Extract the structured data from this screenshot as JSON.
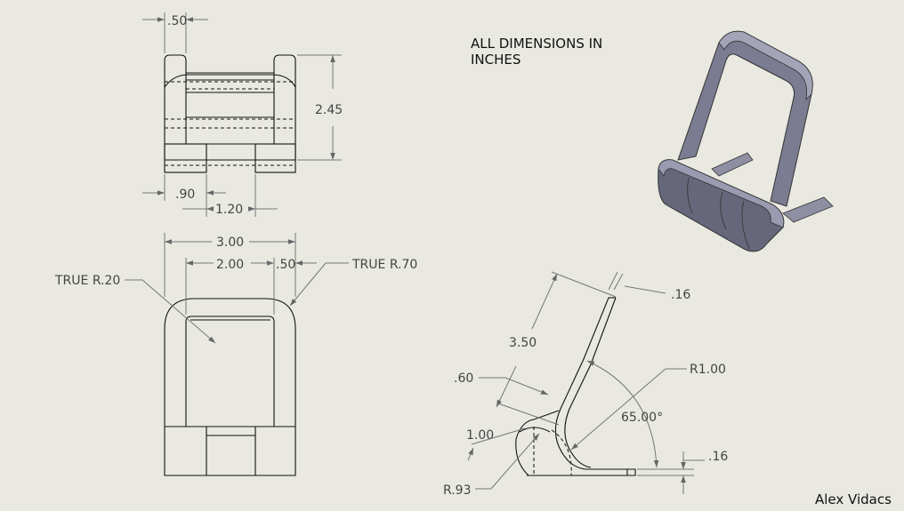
{
  "notes": {
    "units_line1": "ALL DIMENSIONS IN",
    "units_line2": "INCHES",
    "author": "Alex Vidacs"
  },
  "top_view": {
    "tab_width": ".50",
    "height": "2.45",
    "foot_width": ".90",
    "center_width": "1.20"
  },
  "front_view": {
    "overall_width": "3.00",
    "inner_width": "2.00",
    "side_width": ".50",
    "inner_radius": "TRUE R.20",
    "outer_radius": "TRUE R.70"
  },
  "side_view": {
    "thickness_top": ".16",
    "back_length": "3.50",
    "lip": ".60",
    "bend_radius": "R1.00",
    "angle": "65.00°",
    "base_height": "1.00",
    "thickness_bottom": ".16",
    "small_radius": "R.93"
  },
  "colors": {
    "background": "#e9e9e2",
    "part_face": "#6f7082",
    "part_top": "#9a9bb0",
    "part_shadow": "#4a4b5a"
  }
}
